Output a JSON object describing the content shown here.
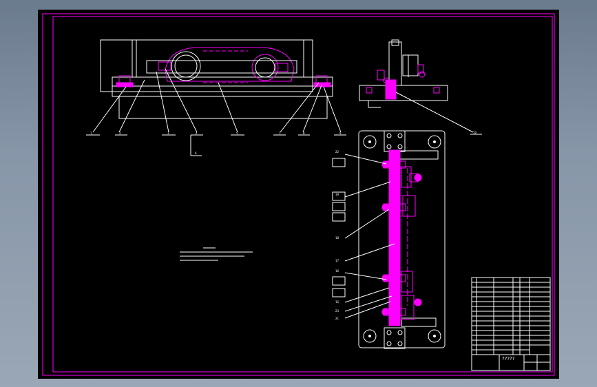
{
  "drawing": {
    "balloons": {
      "front": [
        "1",
        "2",
        "3",
        "4",
        "5",
        "7",
        "8",
        "9"
      ],
      "front_extra": "6",
      "side": "10",
      "plan_left": [
        "22",
        "19",
        "18",
        "17",
        "16",
        "15",
        "23",
        "21"
      ]
    },
    "title_block_name": "?????"
  }
}
